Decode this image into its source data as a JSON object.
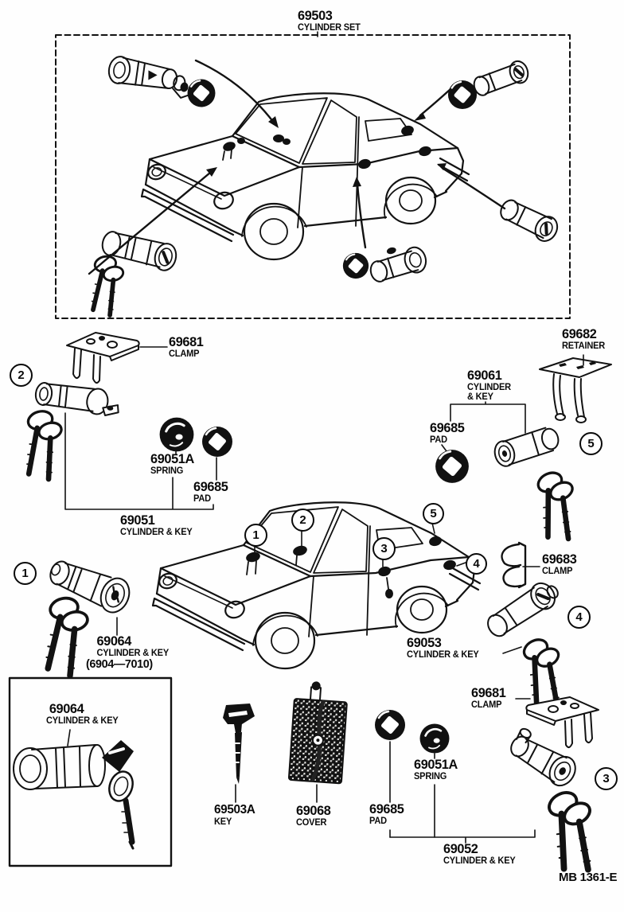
{
  "doc_code": "MB 1361-E",
  "callouts": {
    "1": "1",
    "2": "2",
    "3": "3",
    "4": "4",
    "5": "5"
  },
  "labels": {
    "set": {
      "no": "69503",
      "name": "CYLINDER SET"
    },
    "clamp_a": {
      "no": "69681",
      "name": "CLAMP"
    },
    "retainer": {
      "no": "69682",
      "name": "RETAINER"
    },
    "cyl61": {
      "no": "69061",
      "name": "CYLINDER",
      "name2": "& KEY"
    },
    "pad_r": {
      "no": "69685",
      "name": "PAD"
    },
    "spring_m": {
      "no": "69051A",
      "name": "SPRING"
    },
    "pad_m": {
      "no": "69685",
      "name": "PAD"
    },
    "cyl51": {
      "no": "69051",
      "name": "CYLINDER & KEY"
    },
    "cyl64m": {
      "no": "69064",
      "name": "CYLINDER & KEY",
      "range": "(6904—7010)"
    },
    "clamp_c": {
      "no": "69683",
      "name": "CLAMP"
    },
    "cyl53": {
      "no": "69053",
      "name": "CYLINDER & KEY"
    },
    "cyl64b": {
      "no": "69064",
      "name": "CYLINDER & KEY"
    },
    "key_a": {
      "no": "69503A",
      "name": "KEY"
    },
    "cover": {
      "no": "69068",
      "name": "COVER"
    },
    "pad_b": {
      "no": "69685",
      "name": "PAD"
    },
    "spring_b": {
      "no": "69051A",
      "name": "SPRING"
    },
    "cyl52": {
      "no": "69052",
      "name": "CYLINDER & KEY"
    },
    "clamp_b": {
      "no": "69681",
      "name": "CLAMP"
    }
  }
}
